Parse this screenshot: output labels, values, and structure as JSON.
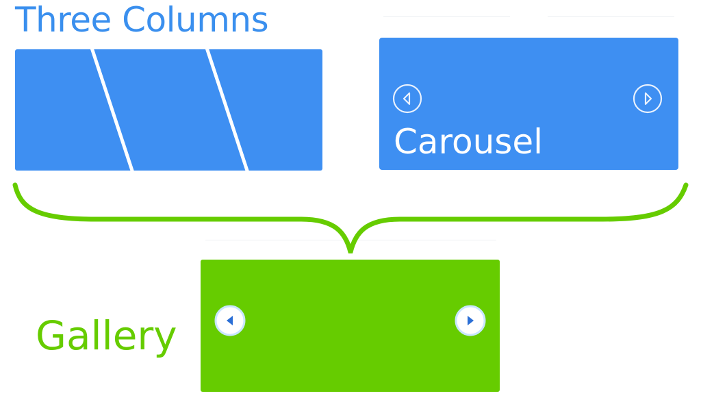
{
  "three_columns": {
    "title": "Three Columns",
    "color": "#3a8fee",
    "panel_color": "#3e8ff2"
  },
  "carousel": {
    "label": "Carousel",
    "panel_color": "#3e8ff2",
    "prev_icon": "chevron-left-circle-outline-icon",
    "next_icon": "chevron-right-circle-outline-icon"
  },
  "brace": {
    "color": "#66cc00",
    "icon": "curly-brace-icon"
  },
  "gallery": {
    "label": "Gallery",
    "color": "#66cc00",
    "panel_color": "#66cc00",
    "prev_icon": "caret-left-circle-icon",
    "next_icon": "caret-right-circle-icon"
  }
}
